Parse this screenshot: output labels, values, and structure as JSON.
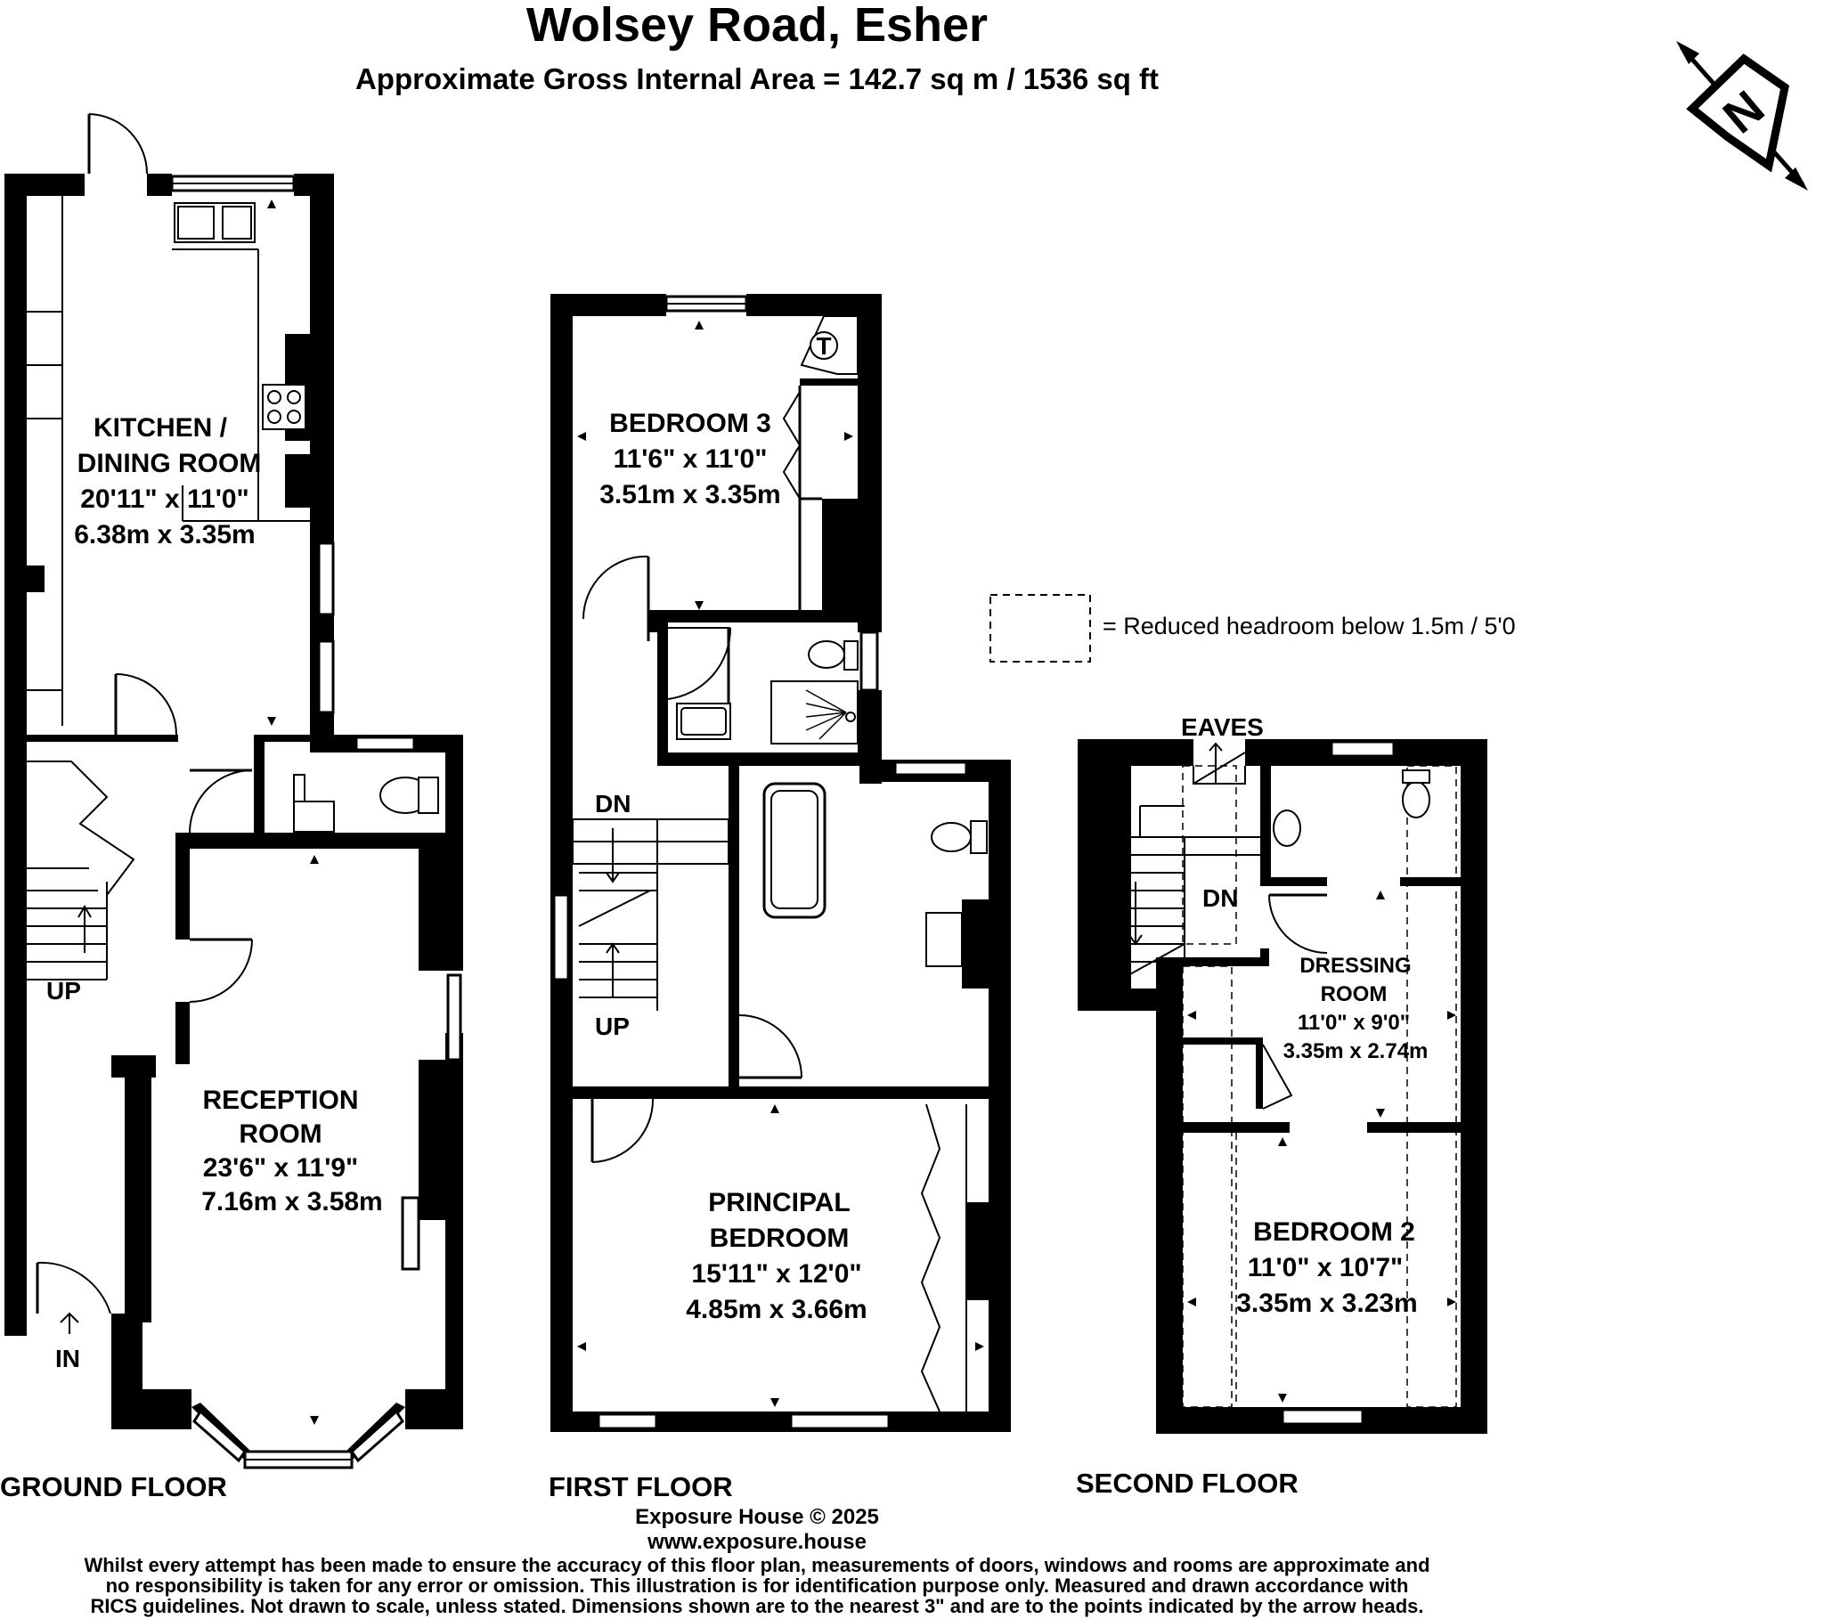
{
  "header": {
    "title": "Wolsey Road, Esher",
    "subtitle": "Approximate Gross Internal Area = 142.7 sq m / 1536 sq ft"
  },
  "compass": {
    "symbol": "N",
    "icon": "north-arrow-icon"
  },
  "legend": {
    "text": "= Reduced headroom below 1.5m / 5'0"
  },
  "ground_floor": {
    "label": "GROUND FLOOR",
    "kitchen": {
      "name_line1": "KITCHEN /",
      "name_line2": "DINING ROOM",
      "imperial": "20'11\" x 11'0\"",
      "metric": "6.38m x 3.35m"
    },
    "reception": {
      "name_line1": "RECEPTION",
      "name_line2": "ROOM",
      "imperial": "23'6\" x 11'9\"",
      "metric": "7.16m x 3.58m"
    },
    "stairs_marker": "UP",
    "entrance_marker": "IN"
  },
  "first_floor": {
    "label": "FIRST FLOOR",
    "bedroom3": {
      "name": "BEDROOM 3",
      "imperial": "11'6\" x 11'0\"",
      "metric": "3.51m x 3.35m"
    },
    "principal": {
      "name_line1": "PRINCIPAL",
      "name_line2": "BEDROOM",
      "imperial": "15'11\" x 12'0\"",
      "metric": "4.85m x 3.66m"
    },
    "tank_marker": "T",
    "stairs_down": "DN",
    "stairs_up": "UP"
  },
  "second_floor": {
    "label": "SECOND FLOOR",
    "eaves": "EAVES",
    "stairs_down": "DN",
    "dressing": {
      "name_line1": "DRESSING",
      "name_line2": "ROOM",
      "imperial": "11'0\" x 9'0\"",
      "metric": "3.35m x 2.74m"
    },
    "bedroom2": {
      "name": "BEDROOM 2",
      "imperial": "11'0\" x 10'7\"",
      "metric": "3.35m x 3.23m"
    }
  },
  "footer": {
    "company": "Exposure House © 2025",
    "website": "www.exposure.house",
    "disclaimer_line1": "Whilst every attempt has been made to ensure the accuracy of this floor plan, measurements of doors, windows and rooms are approximate and",
    "disclaimer_line2": "no responsibility is taken for any error or omission. This illustration is for identification purpose only. Measured and drawn accordance with",
    "disclaimer_line3": "RICS guidelines. Not drawn to scale, unless stated. Dimensions shown are to the nearest 3\" and are to the points indicated by the arrow heads."
  }
}
